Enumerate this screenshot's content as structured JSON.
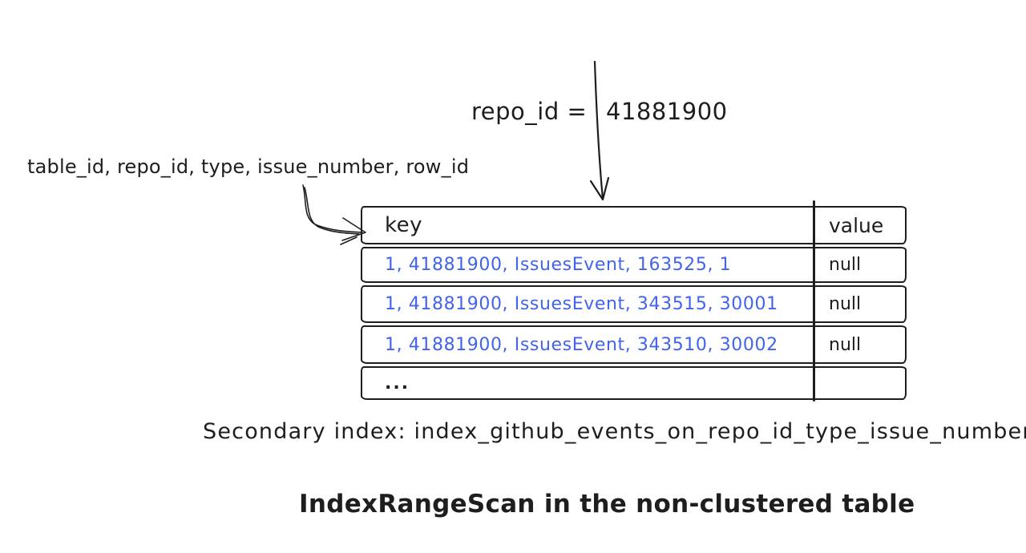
{
  "colors": {
    "ink": "#1e1e1e",
    "accent": "#4263eb",
    "paper": "#ffffff"
  },
  "annotations": {
    "filter_label": "repo_id =",
    "filter_value": "41881900",
    "index_columns": "table_id, repo_id, type, issue_number, row_id",
    "caption": "Secondary index: index_github_events_on_repo_id_type_issue_number",
    "title": "IndexRangeScan in the non-clustered table"
  },
  "table": {
    "headers": [
      "key",
      "value"
    ],
    "rows": [
      {
        "key": "1, 41881900, IssuesEvent, 163525, 1",
        "value": "null"
      },
      {
        "key": "1, 41881900, IssuesEvent, 343515, 30001",
        "value": "null"
      },
      {
        "key": "1, 41881900, IssuesEvent, 343510, 30002",
        "value": "null"
      },
      {
        "key": "...",
        "value": ""
      }
    ]
  }
}
